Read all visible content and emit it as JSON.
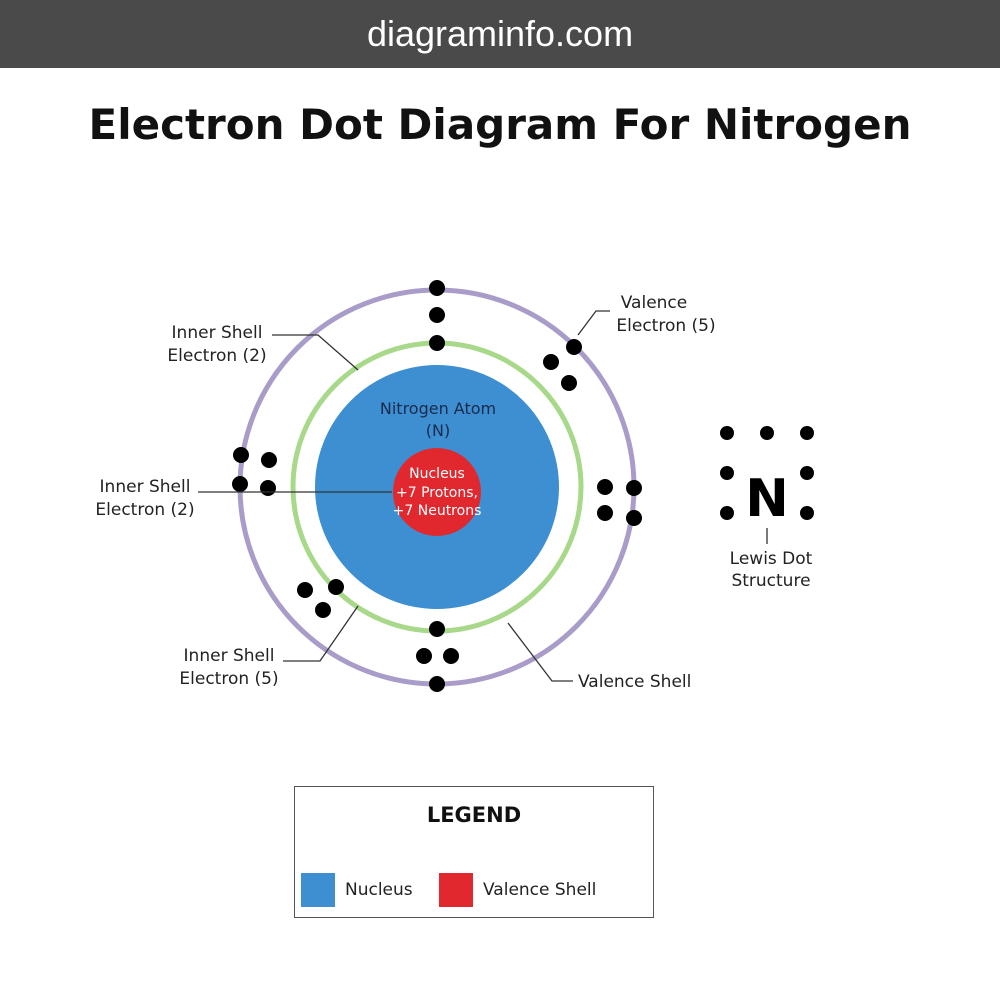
{
  "header": {
    "site": "diagraminfo.com"
  },
  "title": "Electron Dot Diagram For Nitrogen",
  "atom": {
    "label_line1": "Nitrogen Atom",
    "label_line2": "(N)",
    "nucleus_line1": "Nucleus",
    "nucleus_line2": "+7 Protons,",
    "nucleus_line3": "+7 Neutrons"
  },
  "callouts": {
    "inner_top_line1": "Inner Shell",
    "inner_top_line2": "Electron (2)",
    "inner_left_line1": "Inner Shell",
    "inner_left_line2": "Electron (2)",
    "inner_bottom_line1": "Inner Shell",
    "inner_bottom_line2": "Electron (5)",
    "valence_line1": "Valence",
    "valence_line2": "Electron (5)",
    "valence_shell": "Valence Shell"
  },
  "lewis": {
    "symbol": "N",
    "label_line1": "Lewis Dot",
    "label_line2": "Structure"
  },
  "legend": {
    "title": "LEGEND",
    "items": [
      {
        "label": "Nucleus",
        "color": "#3d8fd1"
      },
      {
        "label": "Valence Shell",
        "color": "#e0282e"
      }
    ]
  },
  "colors": {
    "outer_shell": "#a99cc9",
    "inner_shell": "#a8d98a",
    "atom_body": "#3d8fd1",
    "nucleus": "#e0282e",
    "electron": "#000000"
  }
}
